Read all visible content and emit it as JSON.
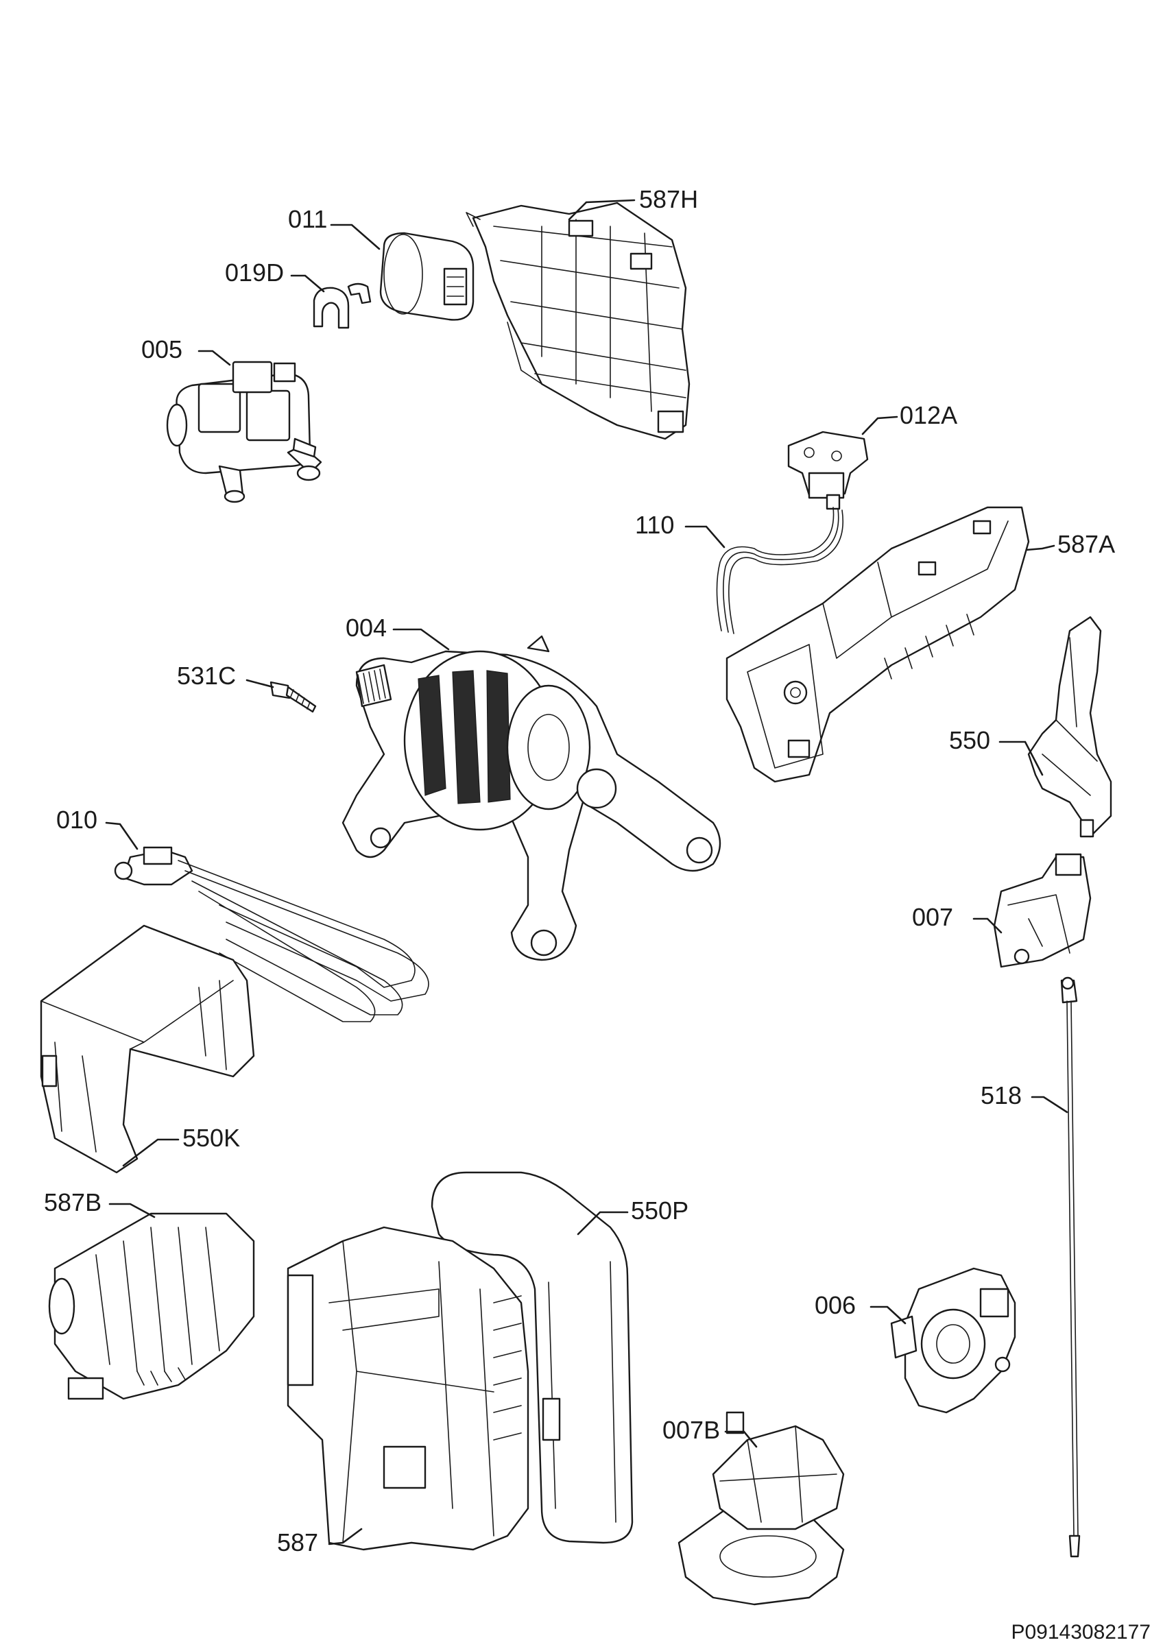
{
  "diagram": {
    "reference_code": "P09143082177",
    "labels": [
      {
        "id": "587H",
        "text": "587H"
      },
      {
        "id": "011",
        "text": "011"
      },
      {
        "id": "019D",
        "text": "019D"
      },
      {
        "id": "005",
        "text": "005"
      },
      {
        "id": "012A",
        "text": "012A"
      },
      {
        "id": "110",
        "text": "110"
      },
      {
        "id": "587A",
        "text": "587A"
      },
      {
        "id": "004",
        "text": "004"
      },
      {
        "id": "531C",
        "text": "531C"
      },
      {
        "id": "550",
        "text": "550"
      },
      {
        "id": "010",
        "text": "010"
      },
      {
        "id": "007",
        "text": "007"
      },
      {
        "id": "550K",
        "text": "550K"
      },
      {
        "id": "518",
        "text": "518"
      },
      {
        "id": "587B",
        "text": "587B"
      },
      {
        "id": "550P",
        "text": "550P"
      },
      {
        "id": "006",
        "text": "006"
      },
      {
        "id": "007B",
        "text": "007B"
      },
      {
        "id": "587",
        "text": "587"
      }
    ]
  }
}
